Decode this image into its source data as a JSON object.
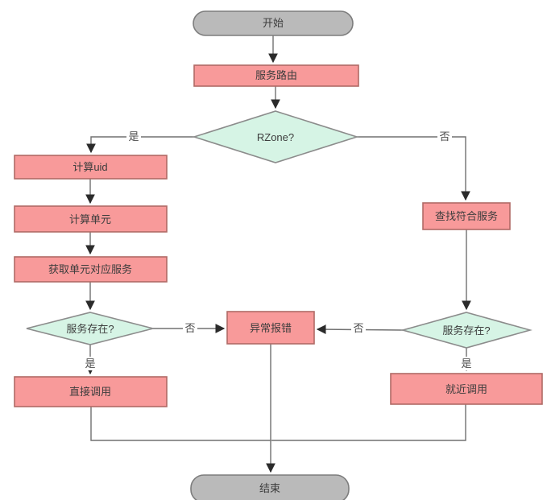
{
  "flowchart": {
    "nodes": {
      "start": "开始",
      "service_route": "服务路由",
      "rzone": "RZone?",
      "calc_uid": "计算uid",
      "calc_unit": "计算单元",
      "get_unit_service": "获取单元对应服务",
      "service_exists_left": "服务存在?",
      "direct_call": "直接调用",
      "error_report": "异常报错",
      "find_service": "查找符合服务",
      "service_exists_right": "服务存在?",
      "nearby_call": "就近调用",
      "end": "结束"
    },
    "edge_labels": {
      "rzone_yes": "是",
      "rzone_no": "否",
      "left_exists_no": "否",
      "left_exists_yes": "是",
      "right_exists_no": "否",
      "right_exists_yes": "是"
    },
    "colors": {
      "process_fill": "#f89a9a",
      "process_border": "#b06a66",
      "decision_fill": "#d6f4e5",
      "decision_border": "#8c8c8c",
      "terminator_fill": "#bababa",
      "terminator_border": "#7d7d7d",
      "connector": "#707070",
      "text": "#3d3d3d",
      "background": "#ffffff"
    }
  }
}
